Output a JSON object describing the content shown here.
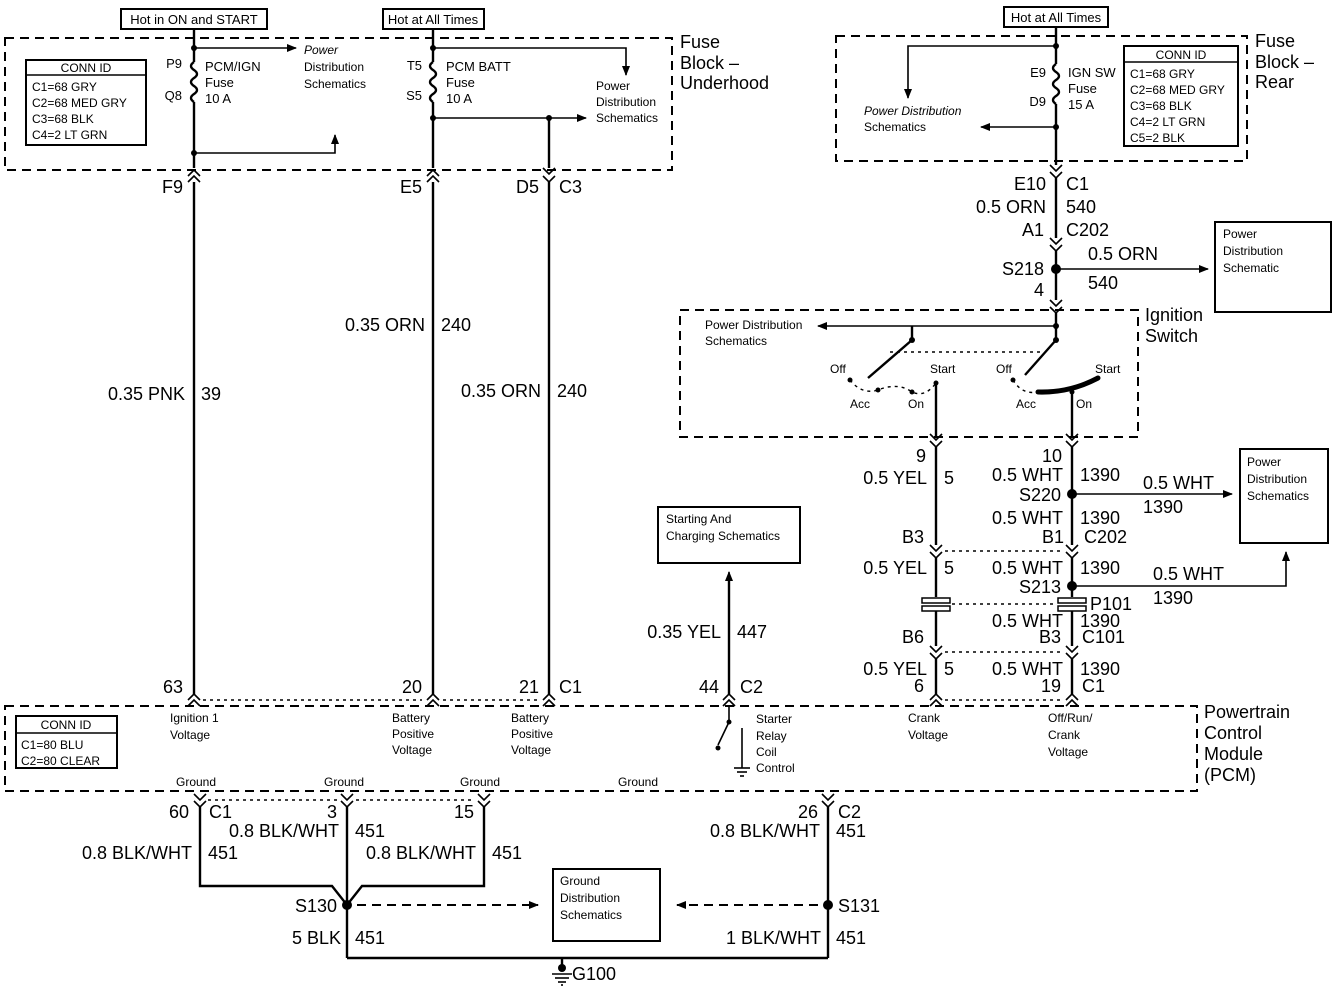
{
  "headers": {
    "hot_on_start": "Hot in ON and START",
    "hot_all_times_1": "Hot at All Times",
    "hot_all_times_2": "Hot at All Times"
  },
  "underhood": {
    "title_1": "Fuse",
    "title_2": "Block –",
    "title_3": "Underhood",
    "conn_id": {
      "title": "CONN ID",
      "rows": [
        "C1=68 GRY",
        "C2=68 MED GRY",
        "C3=68 BLK",
        "C4=2 LT GRN"
      ]
    },
    "fuse1": {
      "top_pin": "P9",
      "bottom_pin": "Q8",
      "name_1": "PCM/IGN",
      "name_2": "Fuse",
      "rating": "10 A"
    },
    "fuse2": {
      "top_pin": "T5",
      "bottom_pin": "S5",
      "name_1": "PCM BATT",
      "name_2": "Fuse",
      "rating": "10 A"
    },
    "pds_a": [
      "Power",
      "Distribution",
      "Schematics"
    ],
    "pds_b": [
      "Power",
      "Distribution",
      "Schematics"
    ],
    "pins": {
      "f9": "F9",
      "e5": "E5",
      "d5": "D5",
      "c3": "C3"
    }
  },
  "rear": {
    "title_1": "Fuse",
    "title_2": "Block –",
    "title_3": "Rear",
    "conn_id": {
      "title": "CONN ID",
      "rows": [
        "C1=68 GRY",
        "C2=68 MED GRY",
        "C3=68 BLK",
        "C4=2 LT GRN",
        "C5=2 BLK"
      ]
    },
    "fuse": {
      "top_pin": "E9",
      "bottom_pin": "D9",
      "name_1": "IGN SW",
      "name_2": "Fuse",
      "rating": "15 A"
    },
    "pds": [
      "Power Distribution",
      "Schematics"
    ]
  },
  "wires": {
    "w39": {
      "gauge": "0.35 PNK",
      "circuit": "39"
    },
    "w240a": {
      "gauge": "0.35 ORN",
      "circuit": "240"
    },
    "w240b": {
      "gauge": "0.35 ORN",
      "circuit": "240"
    },
    "w447": {
      "gauge": "0.35 YEL",
      "circuit": "447"
    }
  },
  "ign_feed": {
    "e10": "E10",
    "c1": "C1",
    "gauge": "0.5 ORN",
    "circuit": "540",
    "a1": "A1",
    "c202": "C202",
    "splice": "S218",
    "pin4": "4",
    "branch_gauge": "0.5 ORN",
    "branch_circuit": "540",
    "pds": [
      "Power",
      "Distribution",
      "Schematic"
    ]
  },
  "ignition_switch": {
    "title_1": "Ignition",
    "title_2": "Switch",
    "pds": [
      "Power Distribution",
      "Schematics"
    ],
    "left": {
      "off": "Off",
      "start": "Start",
      "acc": "Acc",
      "on": "On"
    },
    "right": {
      "off": "Off",
      "start": "Start",
      "acc": "Acc",
      "on": "On"
    }
  },
  "crank_chain": {
    "pin9": "9",
    "seg1": {
      "gauge": "0.5 YEL",
      "circuit": "5"
    },
    "b3": "B3",
    "seg2": {
      "gauge": "0.5 YEL",
      "circuit": "5"
    },
    "b6": "B6",
    "seg3": {
      "gauge": "0.5 YEL",
      "circuit": "5"
    },
    "pin6": "6"
  },
  "run_chain": {
    "pin10": "10",
    "seg1": {
      "gauge": "0.5 WHT",
      "circuit": "1390"
    },
    "s220": "S220",
    "branch1": {
      "gauge": "0.5 WHT",
      "circuit": "1390"
    },
    "pds1": [
      "Power",
      "Distribution",
      "Schematics"
    ],
    "seg2": {
      "gauge": "0.5 WHT",
      "circuit": "1390"
    },
    "b1": "B1",
    "c202": "C202",
    "seg3": {
      "gauge": "0.5 WHT",
      "circuit": "1390"
    },
    "s213": "S213",
    "branch2": {
      "gauge": "0.5 WHT",
      "circuit": "1390"
    },
    "p101": "P101",
    "seg4": {
      "gauge": "0.5 WHT",
      "circuit": "1390"
    },
    "b3": "B3",
    "c101": "C101",
    "seg5": {
      "gauge": "0.5 WHT",
      "circuit": "1390"
    },
    "pin19": "19",
    "c1": "C1"
  },
  "starting": [
    "Starting And",
    "Charging Schematics"
  ],
  "pcm": {
    "title_1": "Powertrain",
    "title_2": "Control",
    "title_3": "Module",
    "title_4": "(PCM)",
    "conn_id": {
      "title": "CONN ID",
      "rows": [
        "C1=80 BLU",
        "C2=80 CLEAR"
      ]
    },
    "pins": {
      "p63": "63",
      "p20": "20",
      "p21": "21",
      "c1": "C1",
      "p44": "44",
      "c2": "C2"
    },
    "ign1": [
      "Ignition 1",
      "Voltage"
    ],
    "batt1": [
      "Battery",
      "Positive",
      "Voltage"
    ],
    "batt2": [
      "Battery",
      "Positive",
      "Voltage"
    ],
    "starter": [
      "Starter",
      "Relay",
      "Coil",
      "Control"
    ],
    "crank": [
      "Crank",
      "Voltage"
    ],
    "ofr": [
      "Off/Run/",
      "Crank",
      "Voltage"
    ],
    "grounds": [
      "Ground",
      "Ground",
      "Ground",
      "Ground"
    ]
  },
  "ground": {
    "p60": "60",
    "c1": "C1",
    "p3": "3",
    "p15": "15",
    "p26": "26",
    "c2": "C2",
    "w3": {
      "gauge": "0.8 BLK/WHT",
      "circuit": "451"
    },
    "w60": {
      "gauge": "0.8 BLK/WHT",
      "circuit": "451"
    },
    "w15": {
      "gauge": "0.8 BLK/WHT",
      "circuit": "451"
    },
    "w26": {
      "gauge": "0.8 BLK/WHT",
      "circuit": "451"
    },
    "s130": "S130",
    "s131": "S131",
    "gds": [
      "Ground",
      "Distribution",
      "Schematics"
    ],
    "w_s130": {
      "gauge": "5 BLK",
      "circuit": "451"
    },
    "w_s131": {
      "gauge": "1 BLK/WHT",
      "circuit": "451"
    },
    "g100": "G100"
  }
}
